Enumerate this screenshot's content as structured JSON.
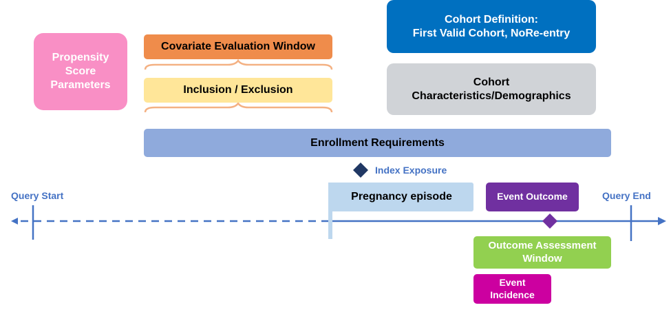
{
  "colors": {
    "propensity_bg": "#F98FC5",
    "covariate_bg": "#EF8C4B",
    "inclusion_bg": "#FFE699",
    "brace": "#F4B183",
    "cohort_def_bg": "#0070C0",
    "cohort_char_bg": "#D0D3D7",
    "enrollment_bg": "#8FAADC",
    "timeline": "#4472C4",
    "label_blue": "#4472C4",
    "index_diamond": "#203864",
    "pregnancy_bg": "#BDD7EE",
    "event_outcome_bg": "#7030A0",
    "outcome_diamond": "#7030A0",
    "outcome_window_bg": "#92D050",
    "event_incidence_bg": "#CC00A0"
  },
  "boxes": {
    "propensity": "Propensity Score Parameters",
    "covariate": "Covariate Evaluation Window",
    "inclusion": "Inclusion / Exclusion",
    "cohort_definition_line1": "Cohort Definition:",
    "cohort_definition_line2": "First Valid Cohort, NoRe-entry",
    "cohort_characteristics_line1": "Cohort",
    "cohort_characteristics_line2": "Characteristics/Demographics",
    "enrollment": "Enrollment Requirements",
    "pregnancy": "Pregnancy episode",
    "event_outcome": "Event Outcome",
    "outcome_window": "Outcome Assessment Window",
    "event_incidence": "Event Incidence"
  },
  "labels": {
    "index_exposure": "Index Exposure",
    "query_start": "Query Start",
    "query_end": "Query End"
  }
}
